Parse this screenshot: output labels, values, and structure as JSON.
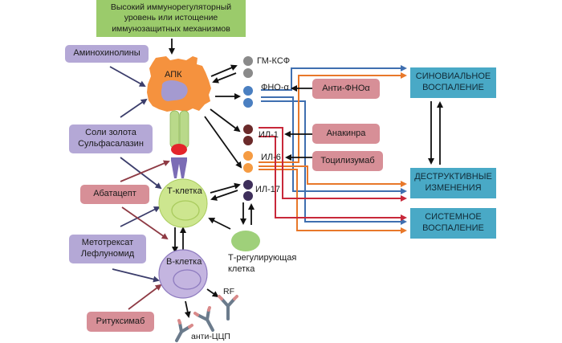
{
  "top_box": {
    "text": "Высокий иммунорегуляторный\nуровень или истощение\nиммунозащитных механизмов"
  },
  "drugs_left": {
    "aminoquinolines": "Аминохинолины",
    "gold_sulfasalazine": "Соли золота\nСульфасалазин",
    "abatacept": "Абатацепт",
    "methotrexate_leflunomide": "Метотрексат\nЛефлуномид",
    "rituximab": "Ритуксимаб"
  },
  "drugs_right": {
    "anti_tnf": "Анти-ФНОα",
    "anakinra": "Анакинра",
    "tocilizumab": "Тоцилизумаб"
  },
  "cells": {
    "apc": "АПК",
    "t_cell": "Т-клетка",
    "b_cell": "В-клетка",
    "t_reg": "Т-регулирующая\nклетка"
  },
  "cytokines": {
    "gm_csf": "ГМ-КСФ",
    "tnf": "ФНО-α",
    "il1": "ИЛ-1",
    "il6": "ИЛ-6",
    "il17": "ИЛ-17"
  },
  "antibodies": {
    "rf": "RF",
    "anti_ccp": "анти-ЦЦП"
  },
  "outcomes": {
    "synovial": "СИНОВИАЛЬНОЕ\nВОСПАЛЕНИЕ",
    "destructive": "ДЕСТРУКТИВНЫЕ\nИЗМЕНЕНИЯ",
    "systemic": "СИСТЕМНОЕ\nВОСПАЛЕНИЕ"
  },
  "colors": {
    "green": "#9bcb6b",
    "purple": "#b4a8d6",
    "pink": "#d78f97",
    "teal": "#49a9c6",
    "apc_orange": "#f5923e",
    "gm_csf_gray": "#8a8a8a",
    "tnf_blue": "#4a7fc1",
    "il1_maroon": "#6b2a2a",
    "il6_orange": "#f59b42",
    "il17_indigo": "#3e2f5b",
    "line_blue": "#3f6fb0",
    "line_orange": "#e8782a",
    "line_red": "#c8283a"
  }
}
